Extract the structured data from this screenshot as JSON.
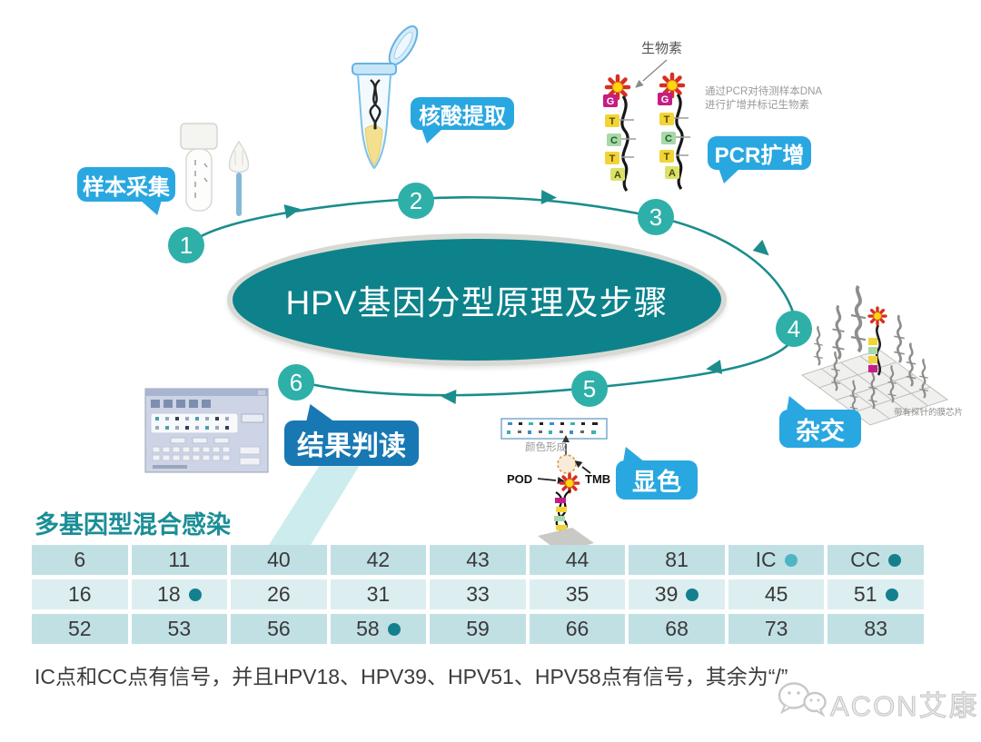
{
  "title": "HPV基因分型原理及步骤",
  "steps": [
    {
      "num": "1",
      "label": "样本采集"
    },
    {
      "num": "2",
      "label": "核酸提取"
    },
    {
      "num": "3",
      "label": "PCR扩增"
    },
    {
      "num": "4",
      "label": "杂交"
    },
    {
      "num": "5",
      "label": "显色"
    },
    {
      "num": "6",
      "label": "结果判读"
    }
  ],
  "annotations": {
    "biotin": "生物素",
    "pcr_note_line1": "通过PCR对待测样本DNA",
    "pcr_note_line2": "进行扩增并标记生物素",
    "chip_caption": "带有探针的膜芯片",
    "color_formation": "颜色形成",
    "pod": "POD",
    "tmb": "TMB"
  },
  "result_table": {
    "heading": "多基因型混合感染",
    "rows": [
      [
        {
          "label": "6"
        },
        {
          "label": "11"
        },
        {
          "label": "40"
        },
        {
          "label": "42"
        },
        {
          "label": "43"
        },
        {
          "label": "44"
        },
        {
          "label": "81"
        },
        {
          "label": "IC",
          "dot": "light"
        },
        {
          "label": "CC",
          "dot": "dark"
        }
      ],
      [
        {
          "label": "16"
        },
        {
          "label": "18",
          "dot": "dark"
        },
        {
          "label": "26"
        },
        {
          "label": "31"
        },
        {
          "label": "33"
        },
        {
          "label": "35"
        },
        {
          "label": "39",
          "dot": "dark"
        },
        {
          "label": "45"
        },
        {
          "label": "51",
          "dot": "dark"
        }
      ],
      [
        {
          "label": "52"
        },
        {
          "label": "53"
        },
        {
          "label": "56"
        },
        {
          "label": "58",
          "dot": "dark"
        },
        {
          "label": "59"
        },
        {
          "label": "66"
        },
        {
          "label": "68"
        },
        {
          "label": "73"
        },
        {
          "label": "83"
        }
      ]
    ],
    "note": "IC点和CC点有信号，并且HPV18、HPV39、HPV51、HPV58点有信号，其余为“/”"
  },
  "watermark": "ACON艾康",
  "colors": {
    "bubble_blue": "#29a7e0",
    "bubble_dark_blue": "#1878b4",
    "step_teal": "#2eb0a9",
    "ellipse_teal": "#0d828b",
    "arc_teal": "#1a8d8c",
    "table_row_dark": "#c1e0e4",
    "table_row_light": "#dceef0",
    "dot_dark": "#15808d",
    "dot_light": "#4cb6c4",
    "heading_teal": "#1b8e96"
  }
}
